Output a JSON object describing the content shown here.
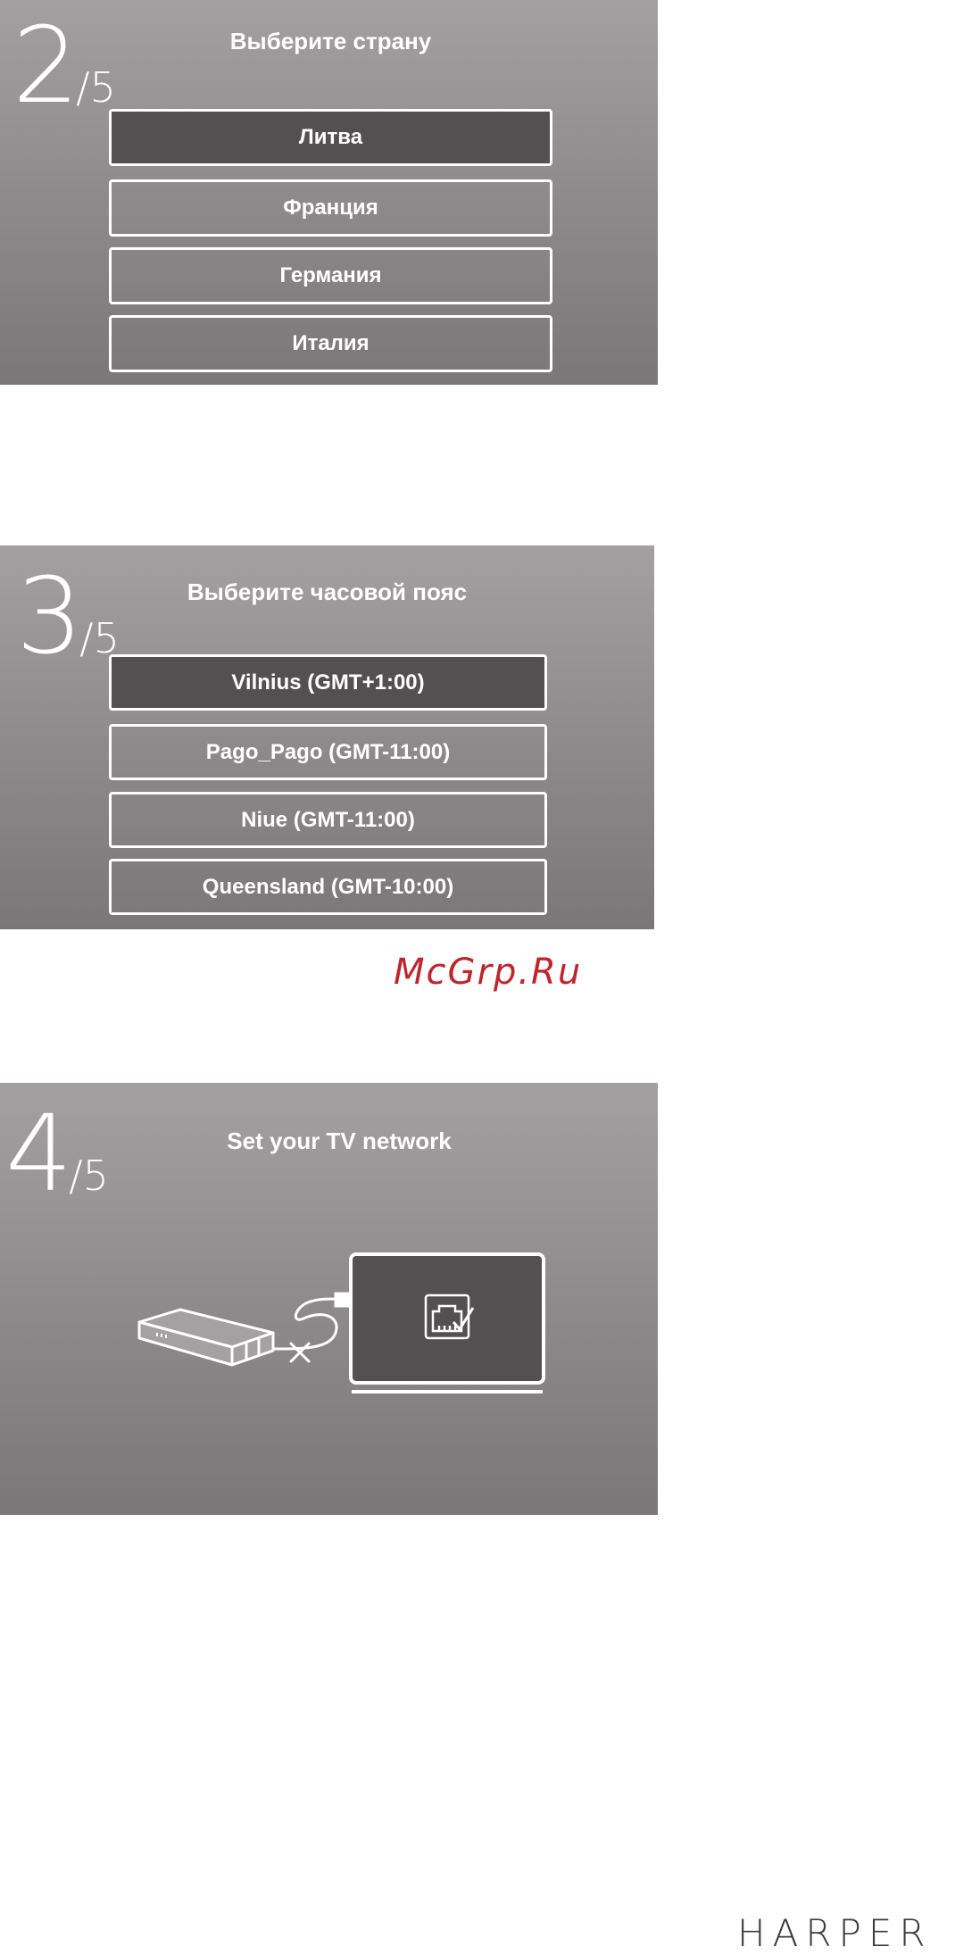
{
  "screen_country": {
    "step_current": "2",
    "step_total": "/5",
    "title": "Выберите страну",
    "options": [
      {
        "label": "Литва",
        "selected": true
      },
      {
        "label": "Франция",
        "selected": false
      },
      {
        "label": "Германия",
        "selected": false
      },
      {
        "label": "Италия",
        "selected": false
      }
    ]
  },
  "screen_timezone": {
    "step_current": "3",
    "step_total": "/5",
    "title": "Выберите часовой пояс",
    "options": [
      {
        "label": "Vilnius (GMT+1:00)",
        "selected": true
      },
      {
        "label": "Pago_Pago (GMT-11:00)",
        "selected": false
      },
      {
        "label": "Niue (GMT-11:00)",
        "selected": false
      },
      {
        "label": "Queensland (GMT-10:00)",
        "selected": false
      }
    ]
  },
  "watermark": "McGrp.Ru",
  "screen_network": {
    "step_current": "4",
    "step_total": "/5",
    "title": "Set your TV network",
    "illustration_icons": [
      "router-icon",
      "cable-disconnected-icon",
      "tv-icon",
      "ethernet-port-icon"
    ]
  },
  "brand": "HARPER",
  "colors": {
    "panel_gradient_top": "#a2a0a0",
    "panel_gradient_bottom": "#797777",
    "selected_option": "#525051",
    "watermark": "#c0252c",
    "brand": "#3b3b3b"
  }
}
